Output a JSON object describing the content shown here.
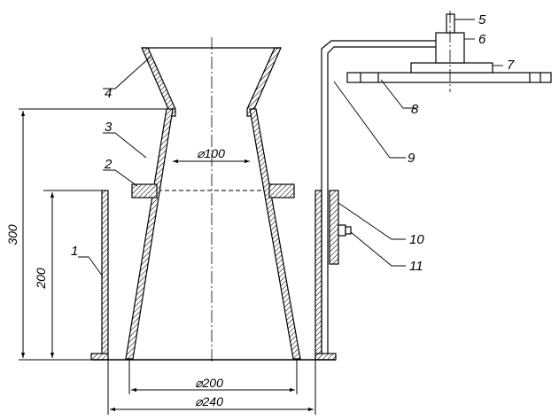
{
  "callouts": [
    "1",
    "2",
    "3",
    "4",
    "5",
    "6",
    "7",
    "8",
    "9",
    "10",
    "11"
  ],
  "dimensions": {
    "height_total": "300",
    "height_inner": "200",
    "top_diameter": "⌀100",
    "bottom_diameter": "⌀200",
    "outer_diameter": "⌀240"
  }
}
